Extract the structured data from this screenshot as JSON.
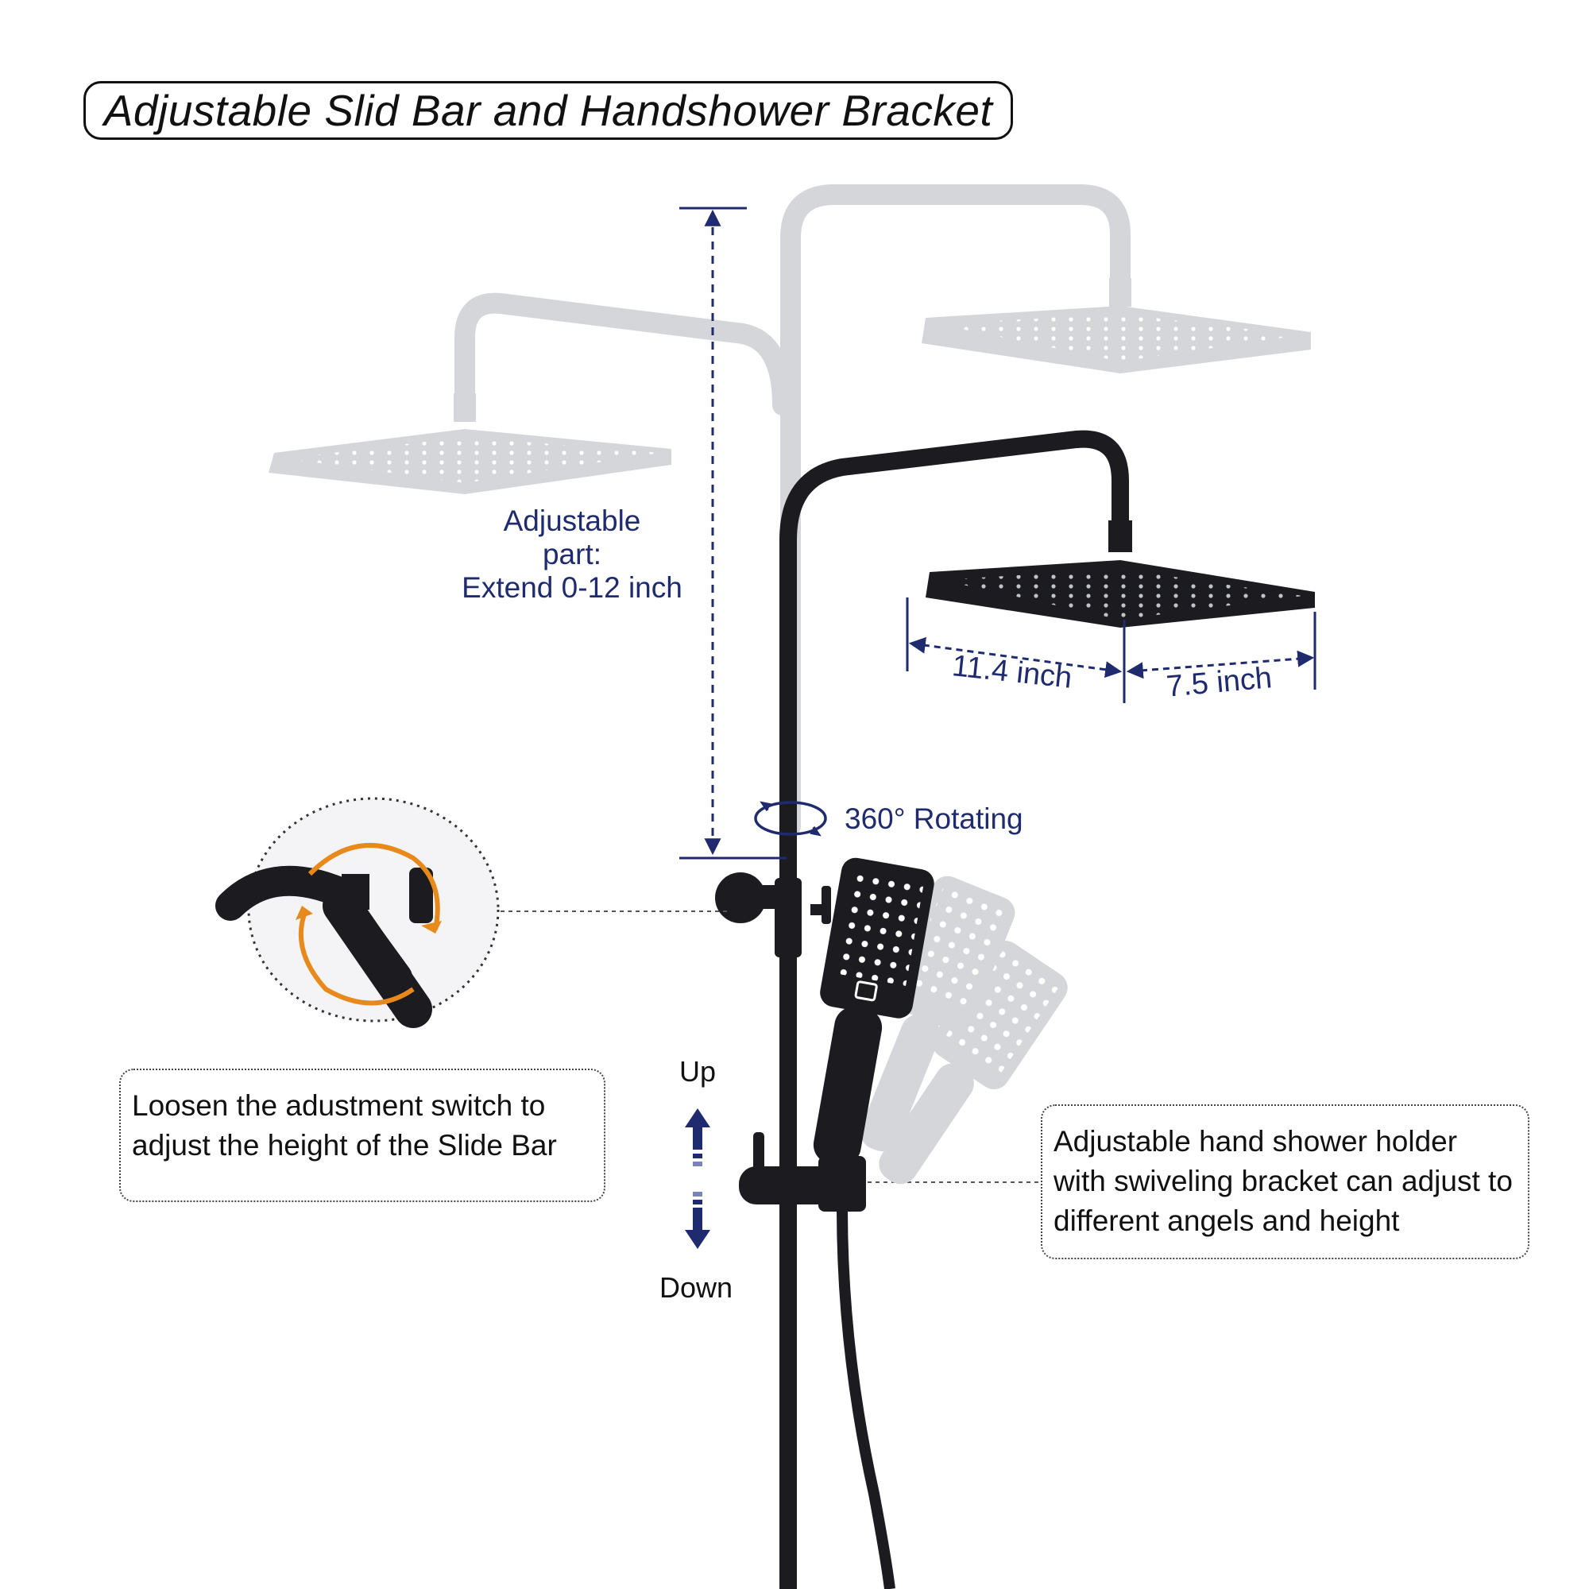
{
  "title": "Adjustable Slid Bar and Handshower Bracket",
  "labels": {
    "adjustable_part": [
      "Adjustable",
      "part:",
      "Extend 0-12 inch"
    ],
    "width_dim": "11.4 inch",
    "depth_dim": "7.5 inch",
    "rotating": "360° Rotating",
    "up": "Up",
    "down": "Down"
  },
  "notes": {
    "slide_bar": "Loosen the adustment switch to adjust the height of the Slide Bar",
    "holder": "Adjustable hand shower holder with swiveling bracket can adjust to different angels and height"
  },
  "colors": {
    "fixture": "#1b1b20",
    "ghost": "#d4d6da",
    "annotation": "#1f2b6e",
    "accent_arrow": "#e8891c"
  }
}
